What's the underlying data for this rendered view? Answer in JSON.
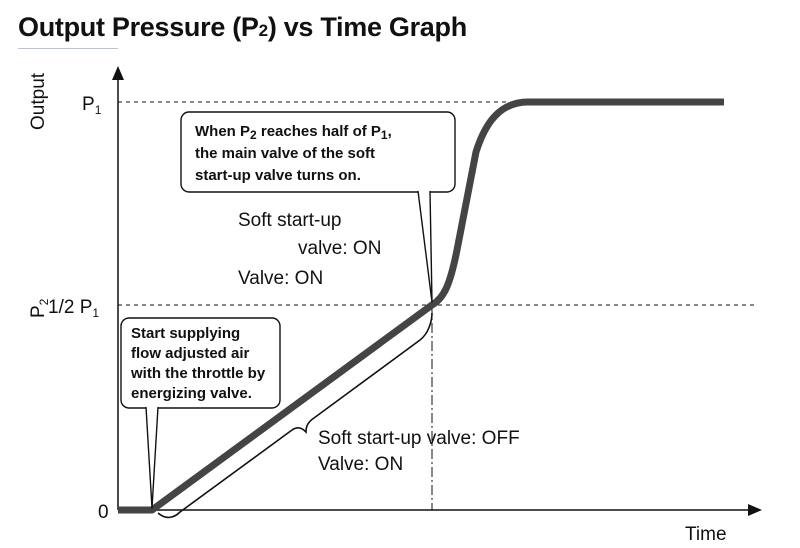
{
  "title": {
    "main": "Output Pressure (P",
    "sub": "2",
    "rest": ") vs Time Graph"
  },
  "axes": {
    "y_label_top": "Output",
    "y_label_p": "P",
    "y_label_sub": "2",
    "x_label": "Time",
    "tick_p1": "P",
    "tick_p1_sub": "1",
    "tick_half": "1/2 P",
    "tick_half_sub": "1",
    "tick_zero": "0"
  },
  "callout_top": {
    "line1_a": "When P",
    "line1_sub": "2",
    "line1_b": " reaches half of P",
    "line1_sub2": "1",
    "line1_c": ",",
    "line2": "the main valve of the soft",
    "line3": "start-up valve turns on."
  },
  "callout_left": {
    "line1": "Start supplying",
    "line2": "flow adjusted air",
    "line3": "with the throttle by",
    "line4": "energizing valve."
  },
  "annotation_on": {
    "line1": "Soft start-up",
    "line2": "valve: ON",
    "line3": "Valve: ON"
  },
  "annotation_off": {
    "line1": "Soft start-up valve: OFF",
    "line2": "Valve: ON"
  },
  "colors": {
    "curve": "#444444",
    "ink": "#111111"
  }
}
